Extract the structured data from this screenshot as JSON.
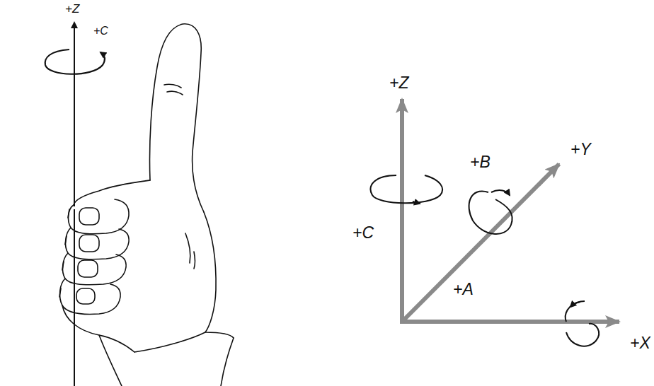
{
  "diagram": {
    "labels": [
      "+Z",
      "+C",
      "+Z",
      "+B",
      "+Y",
      "+C",
      "+A",
      "+X"
    ]
  }
}
